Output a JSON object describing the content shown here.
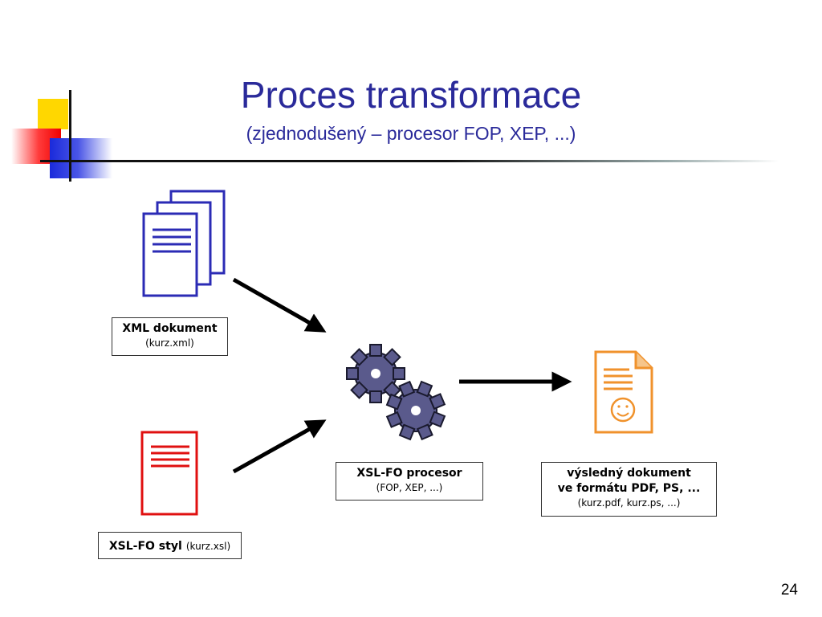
{
  "slide": {
    "title": "Proces transformace",
    "subtitle": "(zjednodušený – procesor FOP, XEP, ...)",
    "page_number": "24"
  },
  "nodes": {
    "xml": {
      "name": "XML dokument",
      "file": "(kurz.xml)"
    },
    "xsl": {
      "name": "XSL-FO styl",
      "file": "(kurz.xsl)"
    },
    "processor": {
      "name": "XSL-FO procesor",
      "detail": "(FOP, XEP, ...)"
    },
    "output": {
      "name_line1": "výsledný dokument",
      "name_line2": "ve formátu PDF, PS, ...",
      "files": "(kurz.pdf, kurz.ps, ...)"
    }
  },
  "icons": {
    "xml": "document-stack-icon",
    "xsl": "red-document-icon",
    "processor": "gears-icon",
    "output": "smiley-document-icon"
  },
  "colors": {
    "title": "#2a2a9a",
    "xml_icon": "#2b2bb5",
    "xsl_icon": "#e01010",
    "gear_fill": "#5a5a8c",
    "output_icon": "#f0922c"
  }
}
